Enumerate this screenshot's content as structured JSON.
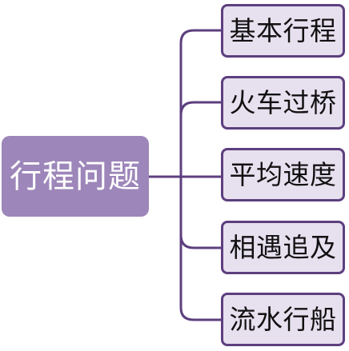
{
  "root": {
    "label": "行程问题"
  },
  "children": [
    {
      "label": "基本行程"
    },
    {
      "label": "火车过桥"
    },
    {
      "label": "平均速度"
    },
    {
      "label": "相遇追及"
    },
    {
      "label": "流水行船"
    }
  ],
  "colors": {
    "root_fill": "#9d86b9",
    "root_text": "#ffffff",
    "child_fill": "#e7e0ef",
    "child_border": "#5d3f7f",
    "connector": "#5d3f7f"
  }
}
